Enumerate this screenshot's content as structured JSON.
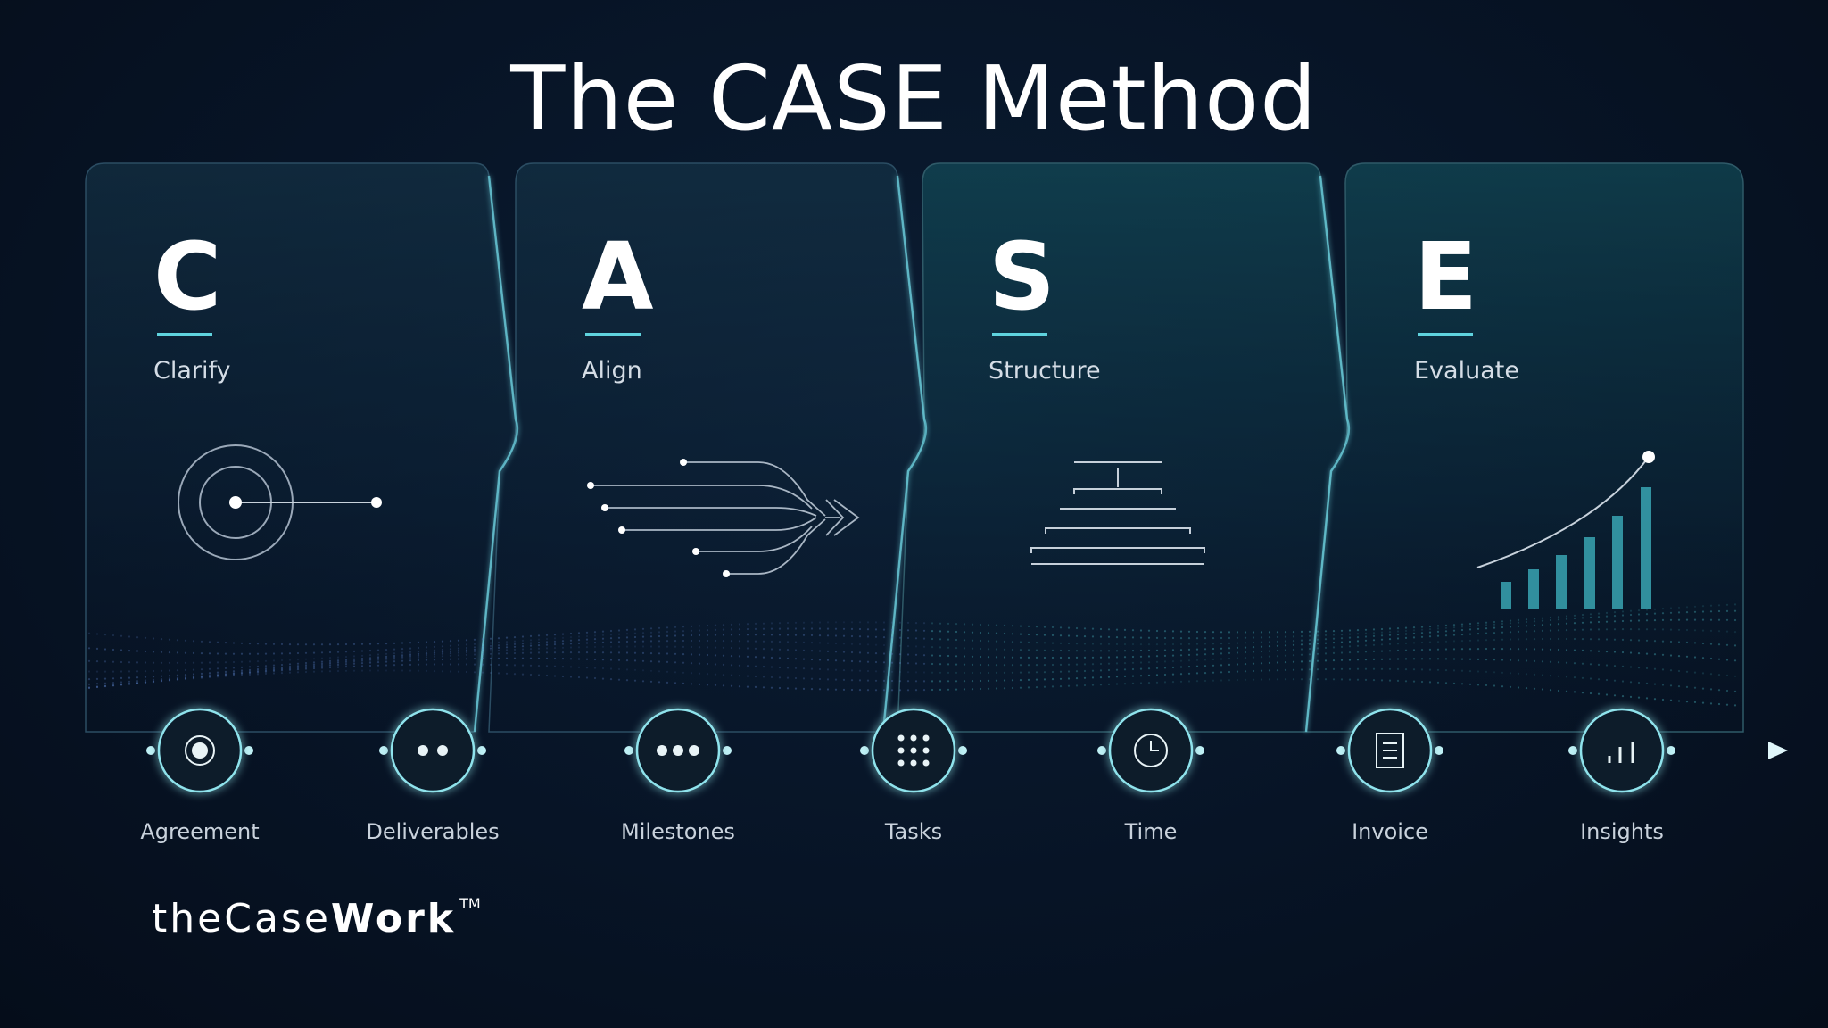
{
  "title": "The CASE Method",
  "phases": [
    {
      "letter": "C",
      "name": "Clarify",
      "icon": "target-icon"
    },
    {
      "letter": "A",
      "name": "Align",
      "icon": "converging-lines-icon"
    },
    {
      "letter": "S",
      "name": "Structure",
      "icon": "hierarchy-icon"
    },
    {
      "letter": "E",
      "name": "Evaluate",
      "icon": "growth-chart-icon"
    }
  ],
  "timeline": [
    {
      "label": "Agreement",
      "icon": "target-dot-icon"
    },
    {
      "label": "Deliverables",
      "icon": "two-dots-icon"
    },
    {
      "label": "Milestones",
      "icon": "three-dots-icon"
    },
    {
      "label": "Tasks",
      "icon": "grid-dots-icon"
    },
    {
      "label": "Time",
      "icon": "clock-icon"
    },
    {
      "label": "Invoice",
      "icon": "document-icon"
    },
    {
      "label": "Insights",
      "icon": "bar-chart-icon"
    }
  ],
  "brand": {
    "light": "the",
    "mid": "Case",
    "bold": "Work",
    "mark": "TM"
  },
  "colors": {
    "accent": "#5fd3de",
    "background": "#071426"
  }
}
